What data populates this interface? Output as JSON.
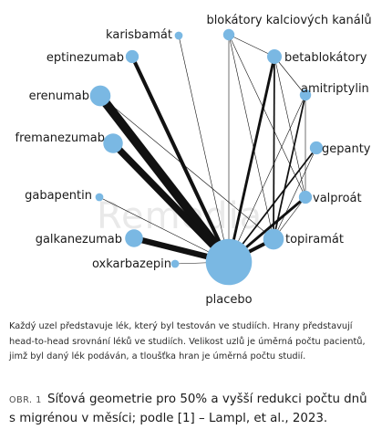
{
  "watermark": "Remedia",
  "figure": {
    "description": "Každý uzel představuje lék, který byl testován ve studiích. Hrany představují head-to-head srovnání léků ve studiích. Velikost uzlů je úměrná počtu pacientů, jimž byl daný lék podáván, a tloušťka hran je úměrná počtu studií.",
    "caption_tag": "OBR. 1",
    "caption_text": "Síťová geometrie pro 50% a vyšší redukci počtu dnů s migrénou v měsíci; podle [1] – Lampl, et al., 2023."
  },
  "colors": {
    "node": "#7ab8e3",
    "edge": "#111111",
    "text": "#1a1a1a"
  },
  "network": {
    "nodes": [
      {
        "id": "placebo",
        "label": "placebo",
        "size": 10
      },
      {
        "id": "karisbamat",
        "label": "karisbamát",
        "size": 0.3
      },
      {
        "id": "blokatory",
        "label": "blokátory kalciových kanálů",
        "size": 0.6
      },
      {
        "id": "eptinezumab",
        "label": "eptinezumab",
        "size": 0.8
      },
      {
        "id": "betablokatory",
        "label": "betablokátory",
        "size": 1.0
      },
      {
        "id": "erenumab",
        "label": "erenumab",
        "size": 2.0
      },
      {
        "id": "amitriptylin",
        "label": "amitriptylin",
        "size": 0.6
      },
      {
        "id": "fremanezumab",
        "label": "fremanezumab",
        "size": 1.8
      },
      {
        "id": "gepanty",
        "label": "gepanty",
        "size": 0.8
      },
      {
        "id": "gabapentin",
        "label": "gabapentin",
        "size": 0.3
      },
      {
        "id": "valproat",
        "label": "valproát",
        "size": 0.8
      },
      {
        "id": "galkanezumab",
        "label": "galkanezumab",
        "size": 1.5
      },
      {
        "id": "topiramat",
        "label": "topiramát",
        "size": 2.0
      },
      {
        "id": "oxkarbazepin",
        "label": "oxkarbazepin",
        "size": 0.3
      }
    ],
    "edges": [
      {
        "source": "placebo",
        "target": "erenumab",
        "weight": 9
      },
      {
        "source": "placebo",
        "target": "fremanezumab",
        "weight": 7
      },
      {
        "source": "placebo",
        "target": "galkanezumab",
        "weight": 6
      },
      {
        "source": "placebo",
        "target": "eptinezumab",
        "weight": 4
      },
      {
        "source": "placebo",
        "target": "topiramat",
        "weight": 4
      },
      {
        "source": "placebo",
        "target": "betablokatory",
        "weight": 3
      },
      {
        "source": "placebo",
        "target": "valproat",
        "weight": 3
      },
      {
        "source": "placebo",
        "target": "gepanty",
        "weight": 2
      },
      {
        "source": "placebo",
        "target": "amitriptylin",
        "weight": 1
      },
      {
        "source": "placebo",
        "target": "blokatory",
        "weight": 1
      },
      {
        "source": "placebo",
        "target": "karisbamat",
        "weight": 1
      },
      {
        "source": "placebo",
        "target": "gabapentin",
        "weight": 1
      },
      {
        "source": "placebo",
        "target": "oxkarbazepin",
        "weight": 1
      },
      {
        "source": "erenumab",
        "target": "topiramat",
        "weight": 1
      },
      {
        "source": "betablokatory",
        "target": "topiramat",
        "weight": 2
      },
      {
        "source": "betablokatory",
        "target": "blokatory",
        "weight": 1
      },
      {
        "source": "betablokatory",
        "target": "amitriptylin",
        "weight": 1
      },
      {
        "source": "betablokatory",
        "target": "valproat",
        "weight": 1
      },
      {
        "source": "blokatory",
        "target": "topiramat",
        "weight": 1
      },
      {
        "source": "blokatory",
        "target": "valproat",
        "weight": 1
      },
      {
        "source": "amitriptylin",
        "target": "topiramat",
        "weight": 2
      },
      {
        "source": "amitriptylin",
        "target": "valproat",
        "weight": 1
      },
      {
        "source": "gepanty",
        "target": "topiramat",
        "weight": 1
      },
      {
        "source": "valproat",
        "target": "topiramat",
        "weight": 1
      }
    ]
  }
}
